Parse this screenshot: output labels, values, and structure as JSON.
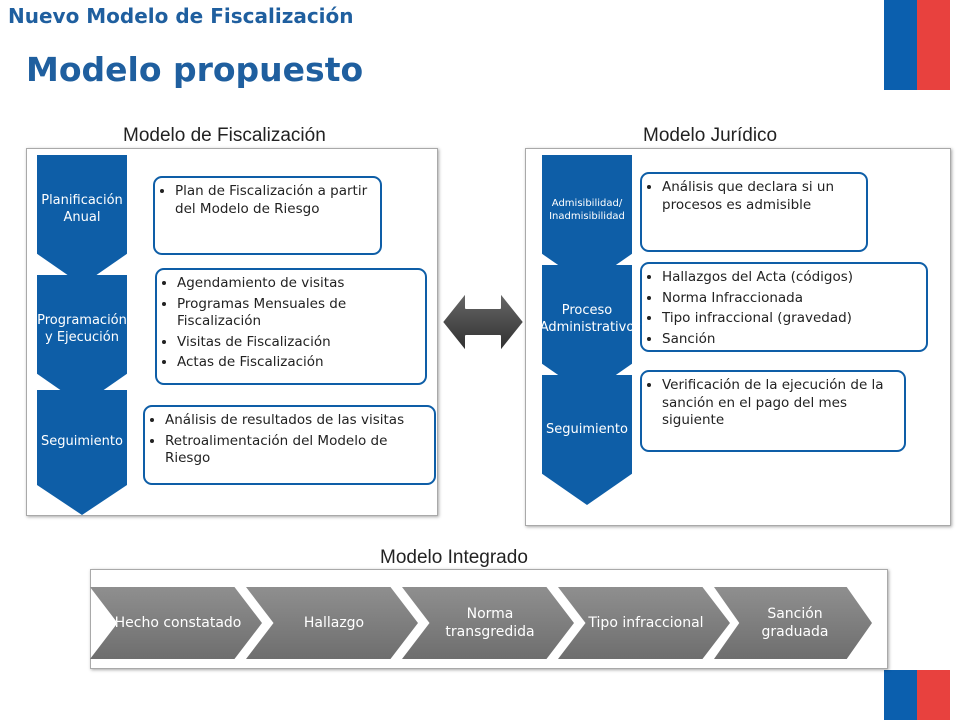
{
  "header": {
    "kicker": "Nuevo Modelo de Fiscalización",
    "title": "Modelo propuesto"
  },
  "colors": {
    "brand_blue": "#1f5f9f",
    "chevron_blue": "#0e5ea7",
    "flag_blue": "#0b5fae",
    "flag_red": "#e8413e",
    "flow_gray": "#7f7f7f"
  },
  "fiscalizacion": {
    "title": "Modelo de Fiscalización",
    "steps": [
      {
        "label": "Planificación Anual",
        "items": [
          "Plan de Fiscalización a partir del Modelo de Riesgo"
        ]
      },
      {
        "label": "Programación y Ejecución",
        "items": [
          "Agendamiento de visitas",
          "Programas Mensuales de Fiscalización",
          "Visitas de Fiscalización",
          "Actas de Fiscalización"
        ]
      },
      {
        "label": "Seguimiento",
        "items": [
          "Análisis de resultados de las visitas",
          "Retroalimentación del Modelo de Riesgo"
        ]
      }
    ]
  },
  "juridico": {
    "title": "Modelo Jurídico",
    "steps": [
      {
        "label": "Admisibilidad/ Inadmisibilidad",
        "items": [
          "Análisis que declara si un procesos es admisible"
        ]
      },
      {
        "label": "Proceso Administrativo",
        "items": [
          "Hallazgos del Acta (códigos)",
          "Norma Infraccionada",
          "Tipo infraccional (gravedad)",
          "Sanción"
        ]
      },
      {
        "label": "Seguimiento",
        "items": [
          "Verificación de la ejecución de la sanción en el pago del mes siguiente"
        ]
      }
    ]
  },
  "connector": {
    "icon": "double-arrow-icon"
  },
  "integrado": {
    "title": "Modelo Integrado",
    "steps": [
      "Hecho constatado",
      "Hallazgo",
      "Norma transgredida",
      "Tipo infraccional",
      "Sanción graduada"
    ]
  }
}
